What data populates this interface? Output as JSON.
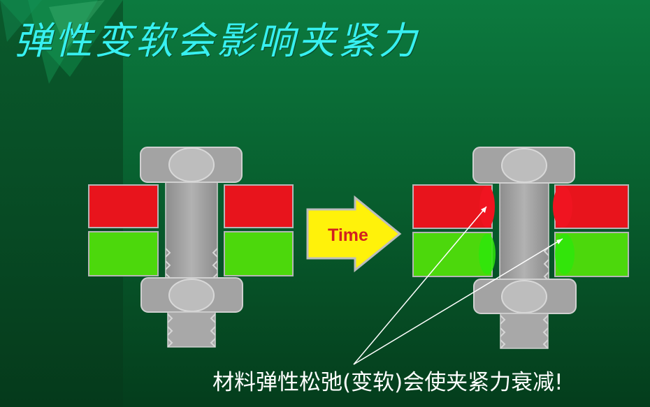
{
  "slide": {
    "title": "弹性变软会影响夹紧力",
    "arrow_label": "Time",
    "caption": "材料弹性松弛(变软)会使夹紧力衰减!"
  },
  "colors": {
    "title": "#37f0f0",
    "upper_plate": "#e8141c",
    "lower_plate": "#4cd80c",
    "bolt": "#a3a3a3",
    "arrow": "#fff20a",
    "arrow_text": "#d22020",
    "caption": "#ffffff"
  },
  "icons": {
    "bolt": "hex-bolt-icon",
    "nut": "hex-nut-icon",
    "time_arrow": "right-arrow-icon"
  }
}
